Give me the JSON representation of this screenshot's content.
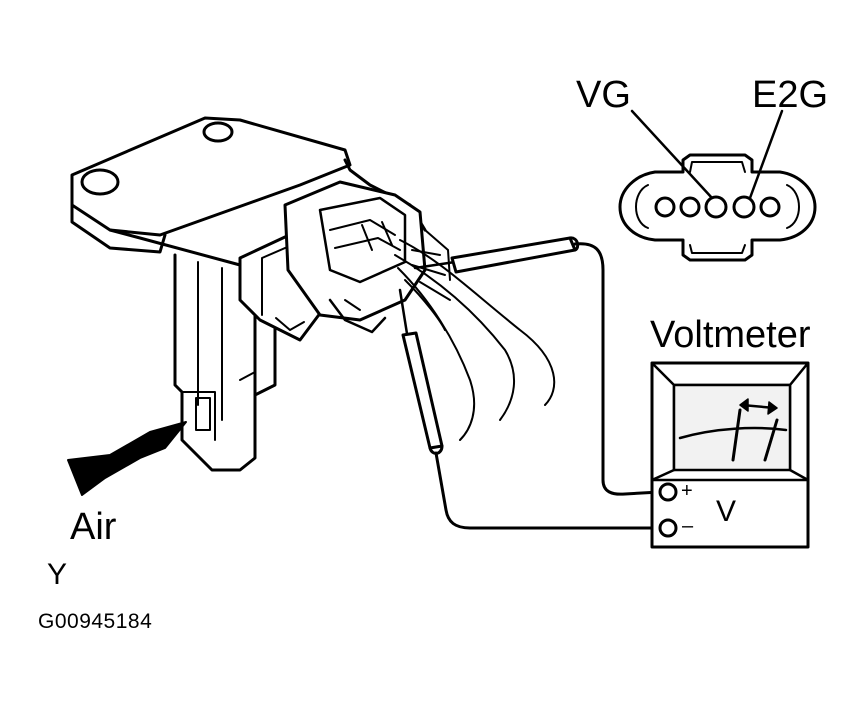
{
  "labels": {
    "connector_pin_vg": "VG",
    "connector_pin_e2g": "E2G",
    "meter_title": "Voltmeter",
    "meter_unit": "V",
    "terminal_positive": "+",
    "terminal_negative": "–",
    "airflow": "Air",
    "corner_letter": "Y",
    "figure_id": "G00945184"
  },
  "colors": {
    "ink": "#000000",
    "paper": "#ffffff",
    "meter_face": "#f2f2f2"
  }
}
